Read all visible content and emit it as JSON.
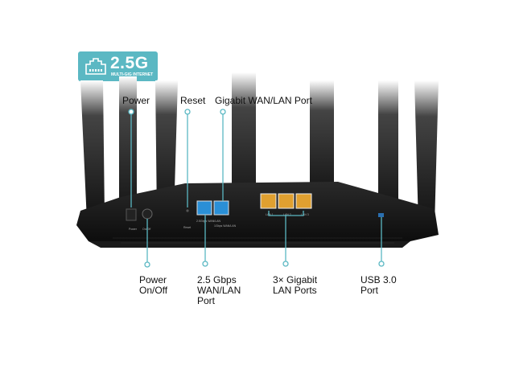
{
  "badge": {
    "title": "2.5G",
    "subtitle": "MULTI-GIG INTERNET",
    "icon": "ethernet-port-icon"
  },
  "callouts_top": [
    "Power",
    "Reset",
    "Gigabit WAN/LAN Port"
  ],
  "callouts_bottom": {
    "power_onoff": [
      "Power",
      "On/Off"
    ],
    "wan_25": [
      "2.5 Gbps",
      "WAN/LAN",
      "Port"
    ],
    "lan": [
      "3× Gigabit",
      "LAN Ports"
    ],
    "usb": [
      "USB 3.0",
      "Port"
    ]
  },
  "device_labels": {
    "power": "Power",
    "onoff": "On/Off",
    "reset": "Reset",
    "wan25": "2.5Gbps WAN/LAN",
    "wan1": "1Gbps WAN/LAN",
    "lan1": "LAN 1",
    "lan2": "LAN 2",
    "lan3": "LAN 3"
  },
  "colors": {
    "accent": "#5bb8c3",
    "port_blue": "#2a8fd6",
    "port_yellow": "#e0a030"
  }
}
